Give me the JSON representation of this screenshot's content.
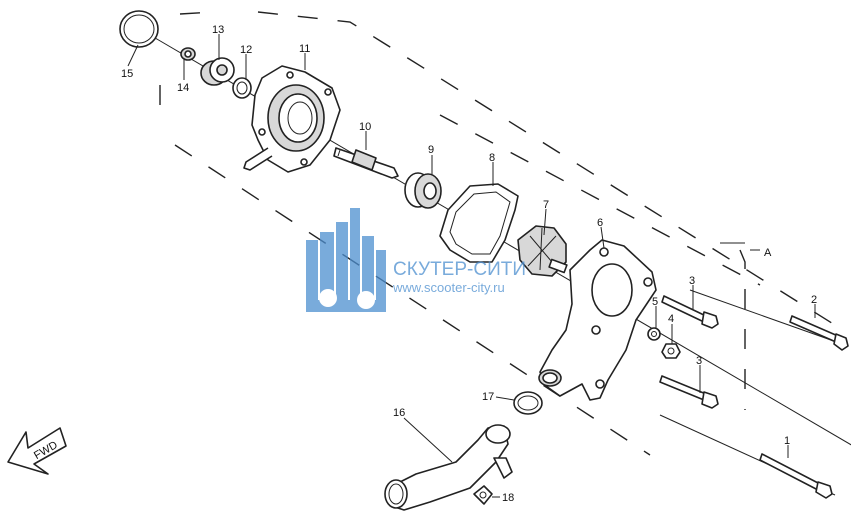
{
  "callouts": [
    "1",
    "2",
    "3",
    "3",
    "4",
    "5",
    "6",
    "7",
    "8",
    "9",
    "10",
    "11",
    "12",
    "13",
    "14",
    "15",
    "16",
    "17",
    "18"
  ],
  "section_marker": "A",
  "fwd_label": "FWD",
  "watermark": {
    "title": "СКУТЕР-СИТИ",
    "url": "www.scooter-city.ru",
    "color": "#4d8fd0"
  }
}
